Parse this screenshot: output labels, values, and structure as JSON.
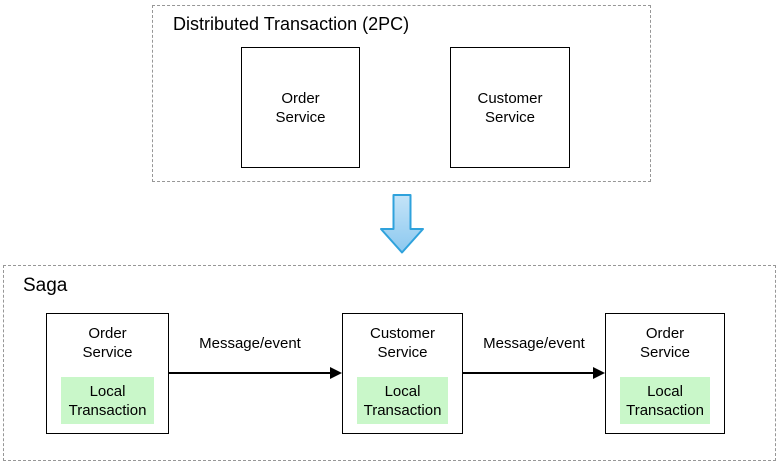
{
  "colors": {
    "dashed_border": "#979797",
    "box_border": "#000000",
    "local_transaction_fill": "#c9f7c9",
    "transition_arrow_fill_top": "#c4e4f8",
    "transition_arrow_fill_bottom": "#8cc8ef",
    "transition_arrow_stroke": "#2fa2dc",
    "text": "#000000"
  },
  "two_pc": {
    "title": "Distributed Transaction (2PC)",
    "boxes": [
      {
        "label": "Order\nService"
      },
      {
        "label": "Customer\nService"
      }
    ]
  },
  "saga": {
    "title": "Saga",
    "steps": [
      {
        "service": "Order\nService",
        "inner": "Local\nTransaction"
      },
      {
        "service": "Customer\nService",
        "inner": "Local\nTransaction"
      },
      {
        "service": "Order\nService",
        "inner": "Local\nTransaction"
      }
    ],
    "arrows": [
      {
        "label": "Message/event"
      },
      {
        "label": "Message/event"
      }
    ]
  }
}
